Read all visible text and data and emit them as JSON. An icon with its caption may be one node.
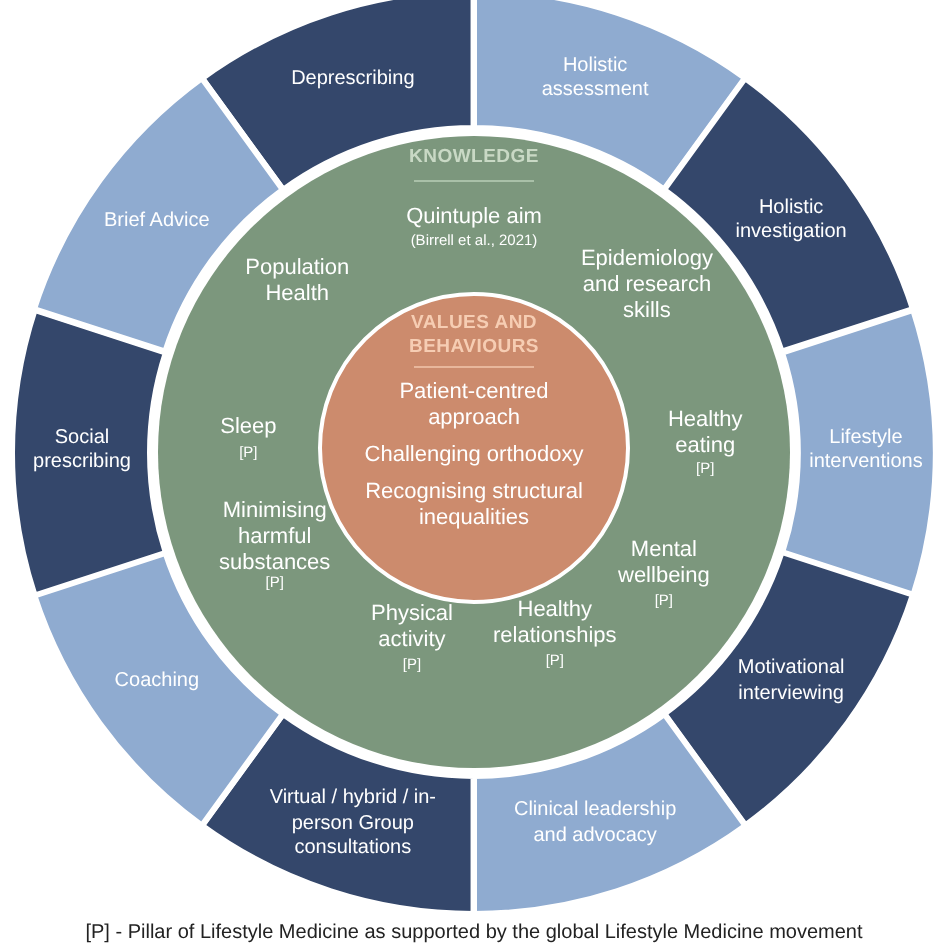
{
  "diagram": {
    "nodes": [
      {
        "text": [
          "Deprescribing"
        ]
      },
      {
        "text": [
          "Holistic assessment"
        ]
      },
      {
        "text": [
          "Holistic investigation"
        ]
      },
      {
        "text": [
          "Lifestyle interventions"
        ]
      },
      {
        "text": [
          "Motivational interviewing"
        ]
      },
      {
        "text": [
          "Clinical leadership and advocacy"
        ]
      },
      {
        "text": [
          "Virtual / hybrid / in-person Group consultations"
        ]
      },
      {
        "text": [
          "Coaching"
        ]
      },
      {
        "text": [
          "Social prescribing"
        ]
      },
      {
        "text": [
          "Brief Advice"
        ]
      },
      {
        "text": [
          "KNOWLEDGE",
          "Quintuple aim",
          "(Birrell et al., 2021)",
          "Population Health",
          "Epidemiology and research skills",
          "Sleep",
          "[P]",
          "Healthy eating",
          "[P]",
          "Minimising harmful substances",
          "[P]",
          "Mental wellbeing",
          "[P]",
          "Physical activity",
          "[P]",
          "Healthy relationships",
          "[P]"
        ]
      },
      {
        "text": [
          "VALUES AND BEHAVIOURS",
          "Patient-centred approach",
          "Challenging orthodoxy",
          "Recognising structural inequalities"
        ],
        "in": 10
      }
    ],
    "edges": [],
    "labels": [
      "[P] - Pillar of Lifestyle Medicine as supported by the global Lifestyle Medicine movement"
    ]
  }
}
